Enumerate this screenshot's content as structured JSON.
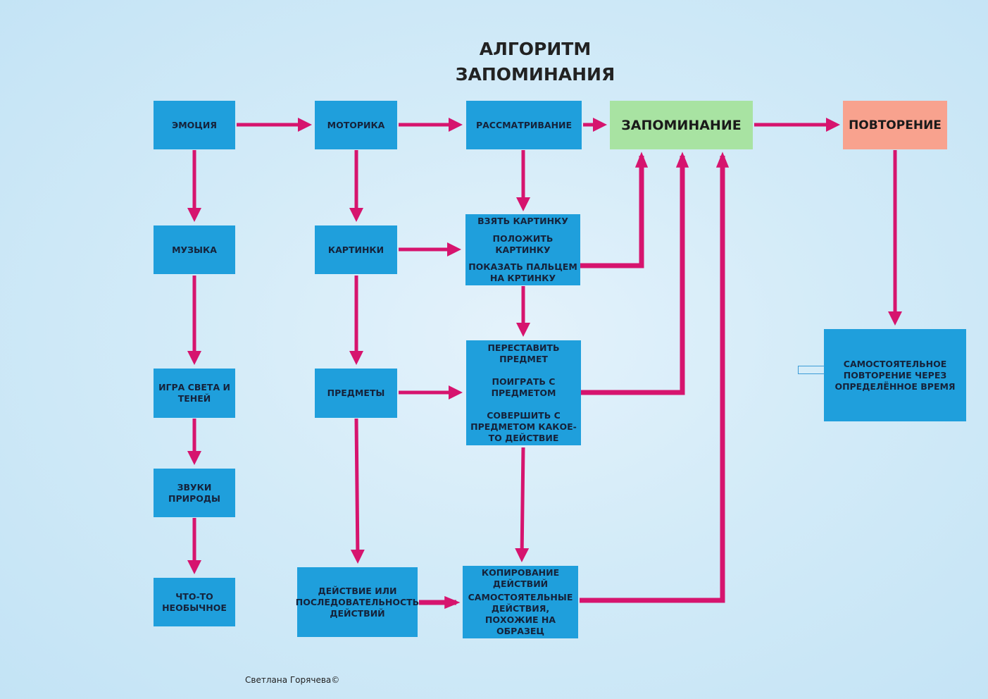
{
  "title": {
    "line1": "АЛГОРИТМ",
    "line2": "ЗАПОМИНАНИЯ"
  },
  "nodes": {
    "emotion": "ЭМОЦИЯ",
    "motor": "МОТОРИКА",
    "viewing": "РАССМАТРИВАНИЕ",
    "memorization": "ЗАПОМИНАНИЕ",
    "repetition": "ПОВТОРЕНИЕ",
    "music": "МУЗЫКА",
    "pictures": "КАРТИНКИ",
    "light_play": "ИГРА СВЕТА И ТЕНЕЙ",
    "nature_sounds": "ЗВУКИ ПРИРОДЫ",
    "unusual": "ЧТО-ТО НЕОБЫЧНОЕ",
    "objects": "ПРЕДМЕТЫ",
    "action_sequence": "ДЕЙСТВИЕ ИЛИ ПОСЛЕДОВАТЕЛЬНОСТЬ ДЕЙСТВИЙ",
    "independent_repeat": "САМОСТОЯТЕЛЬНОЕ ПОВТОРЕНИЕ ЧЕРЕЗ ОПРЕДЕЛЁННОЕ ВРЕМЯ"
  },
  "picture_actions": {
    "take": "ВЗЯТЬ КАРТИНКУ",
    "put": "ПОЛОЖИТЬ КАРТИНКУ",
    "point": "ПОКАЗАТЬ ПАЛЬЦЕМ НА КРТИНКУ"
  },
  "object_actions": {
    "move": "ПЕРЕСТАВИТЬ ПРЕДМЕТ",
    "play": "ПОИГРАТЬ С ПРЕДМЕТОМ",
    "act": "СОВЕРШИТЬ С ПРЕДМЕТОМ КАКОЕ-ТО ДЕЙСТВИЕ"
  },
  "copy_actions": {
    "copy": "КОПИРОВАНИЕ ДЕЙСТВИЙ",
    "independent": "САМОСТОЯТЕЛЬНЫЕ ДЕЙСТВИЯ, ПОХОЖИЕ НА ОБРАЗЕЦ"
  },
  "credit": "Светлана Горячева©",
  "colors": {
    "box": "#1f9fdc",
    "memorization": "#a8e3a2",
    "repetition": "#f8a28e",
    "arrow": "#d6146e"
  }
}
